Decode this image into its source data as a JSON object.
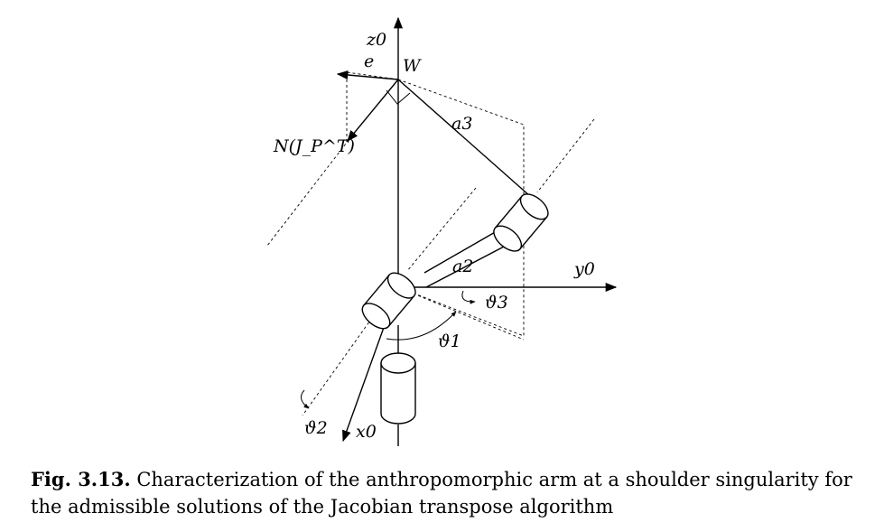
{
  "labels": {
    "z0": "z0",
    "y0": "y0",
    "x0": "x0",
    "e": "e",
    "W": "W",
    "a2": "a2",
    "a3": "a3",
    "theta1": "ϑ1",
    "theta2": "ϑ2",
    "theta3": "ϑ3",
    "null_space": "N(J_P^T)"
  },
  "caption": {
    "figure_number": "Fig. 3.13.",
    "text": "Characterization of the anthropomorphic arm at a shoulder singularity for the admissible solutions of the Jacobian transpose algorithm"
  }
}
